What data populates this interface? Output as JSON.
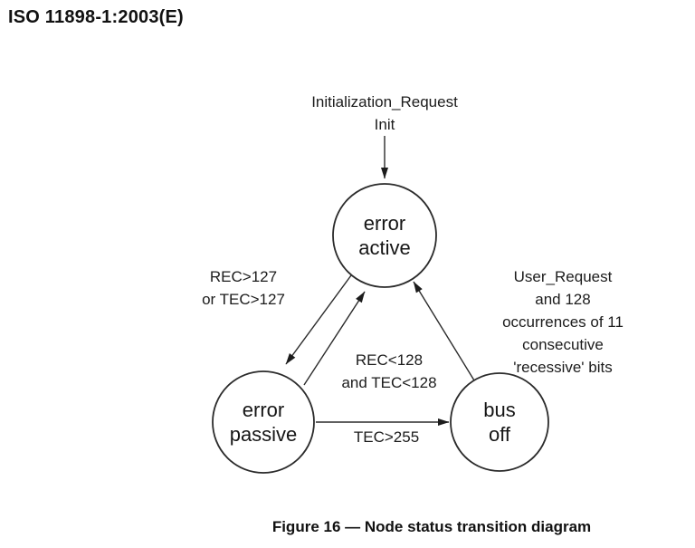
{
  "header": {
    "title": "ISO 11898-1:2003(E)"
  },
  "diagram": {
    "states": [
      {
        "id": "error-active",
        "label": "error\nactive"
      },
      {
        "id": "error-passive",
        "label": "error\npassive"
      },
      {
        "id": "bus-off",
        "label": "bus\noff"
      }
    ],
    "transitions": {
      "init": "Initialization_Request\nInit",
      "active_to_passive": "REC>127\nor TEC>127",
      "passive_to_active": "REC<128\nand TEC<128",
      "passive_to_busoff": "TEC>255",
      "busoff_to_active": "User_Request\nand 128 occurrences of 11\nconsecutive 'recessive' bits"
    },
    "colors": {
      "stroke": "#2b2b2b",
      "text": "#1c1c1c",
      "background": "#ffffff"
    }
  },
  "caption": "Figure 16 — Node status transition diagram"
}
